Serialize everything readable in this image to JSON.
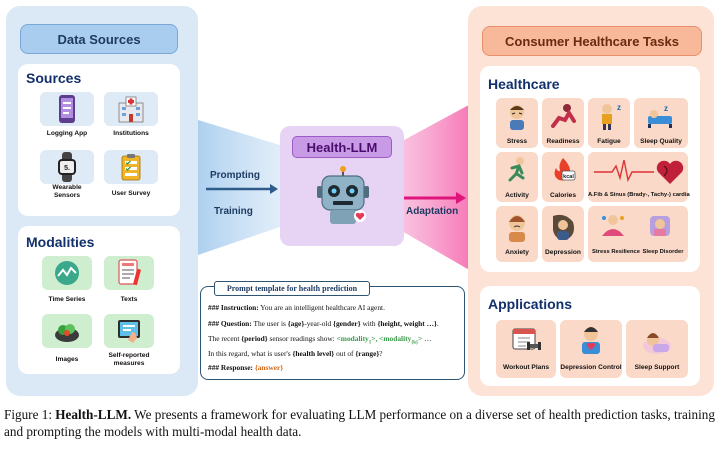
{
  "left_panel": {
    "title": "Data Sources",
    "sources": {
      "heading": "Sources",
      "items": [
        {
          "label": "Logging App",
          "icon": "phone-app-icon"
        },
        {
          "label": "Institutions",
          "icon": "hospital-icon"
        },
        {
          "label": "Wearable\nSensors",
          "icon": "smartwatch-icon"
        },
        {
          "label": "User Survey",
          "icon": "survey-clipboard-icon"
        }
      ]
    },
    "modalities": {
      "heading": "Modalities",
      "items": [
        {
          "label": "Time Series",
          "icon": "time-series-icon"
        },
        {
          "label": "Texts",
          "icon": "text-document-icon"
        },
        {
          "label": "Images",
          "icon": "food-image-icon"
        },
        {
          "label": "Self-reported\nmeasures",
          "icon": "self-report-tablet-icon"
        }
      ]
    }
  },
  "center": {
    "model_title": "Health-LLM",
    "prompting_label": "Prompting",
    "training_label": "Training",
    "adaptation_label": "Adaptation"
  },
  "prompt_template": {
    "title": "Prompt template for health prediction",
    "lines": {
      "l1_key": "### Instruction:",
      "l1_text": " You are an intelligent healthcare AI agent.",
      "l2_key": "### Question:",
      "l2_a": " The user is ",
      "l2_age": "{age}",
      "l2_b": "-year-old ",
      "l2_gender": "{gender}",
      "l2_c": " with ",
      "l2_hw": "{height, weight …}",
      "l2_d": ".",
      "l3_a": "The recent ",
      "l3_period": "{period}",
      "l3_b": " sensor readings show: ",
      "l3_m1": "<modality",
      "l3_m1s": "1",
      "l3_m1e": ">",
      "l3_m2": ", <modality",
      "l3_m2s": "{k}",
      "l3_m2e": ">",
      "l3_c": " …",
      "l4_a": "In this regard, what is user's ",
      "l4_level": "{health level}",
      "l4_b": " out of ",
      "l4_range": "{range}",
      "l4_c": "?",
      "l5_key": "### Response:",
      "l5_answer": " {answer}"
    },
    "colors": {
      "modality": "#3a9a4a",
      "answer": "#d46a1a"
    }
  },
  "right_panel": {
    "title": "Consumer Healthcare Tasks",
    "healthcare": {
      "heading": "Healthcare",
      "items": [
        {
          "label": "Stress",
          "icon": "stress-person-icon"
        },
        {
          "label": "Readiness",
          "icon": "readiness-runner-icon"
        },
        {
          "label": "Fatigue",
          "icon": "fatigue-person-icon"
        },
        {
          "label": "Sleep Quality",
          "icon": "sleep-bed-icon"
        },
        {
          "label": "Activity",
          "icon": "activity-runner-icon"
        },
        {
          "label": "Calories",
          "icon": "calories-flame-icon"
        },
        {
          "label": "A.Fib & Sinus (Brady-, Tachy-) cardia",
          "icon": "ecg-heart-icon"
        },
        {
          "label": "Anxiety",
          "icon": "anxiety-person-icon"
        },
        {
          "label": "Depression",
          "icon": "depression-person-icon"
        },
        {
          "label": "Stress Resilience",
          "icon": "stress-resilience-icon"
        },
        {
          "label": "Sleep Disorder",
          "icon": "sleep-disorder-icon"
        }
      ]
    },
    "applications": {
      "heading": "Applications",
      "items": [
        {
          "label": "Workout Plans",
          "icon": "workout-calendar-icon"
        },
        {
          "label": "Depression Control",
          "icon": "depression-control-icon"
        },
        {
          "label": "Sleep Support",
          "icon": "sleep-support-icon"
        }
      ]
    }
  },
  "caption": {
    "prefix": "Figure 1: ",
    "bold": "Health-LLM.",
    "text": " We presents a framework for evaluating LLM performance on a diverse set of health prediction tasks, training and prompting the models with multi-modal health data."
  }
}
